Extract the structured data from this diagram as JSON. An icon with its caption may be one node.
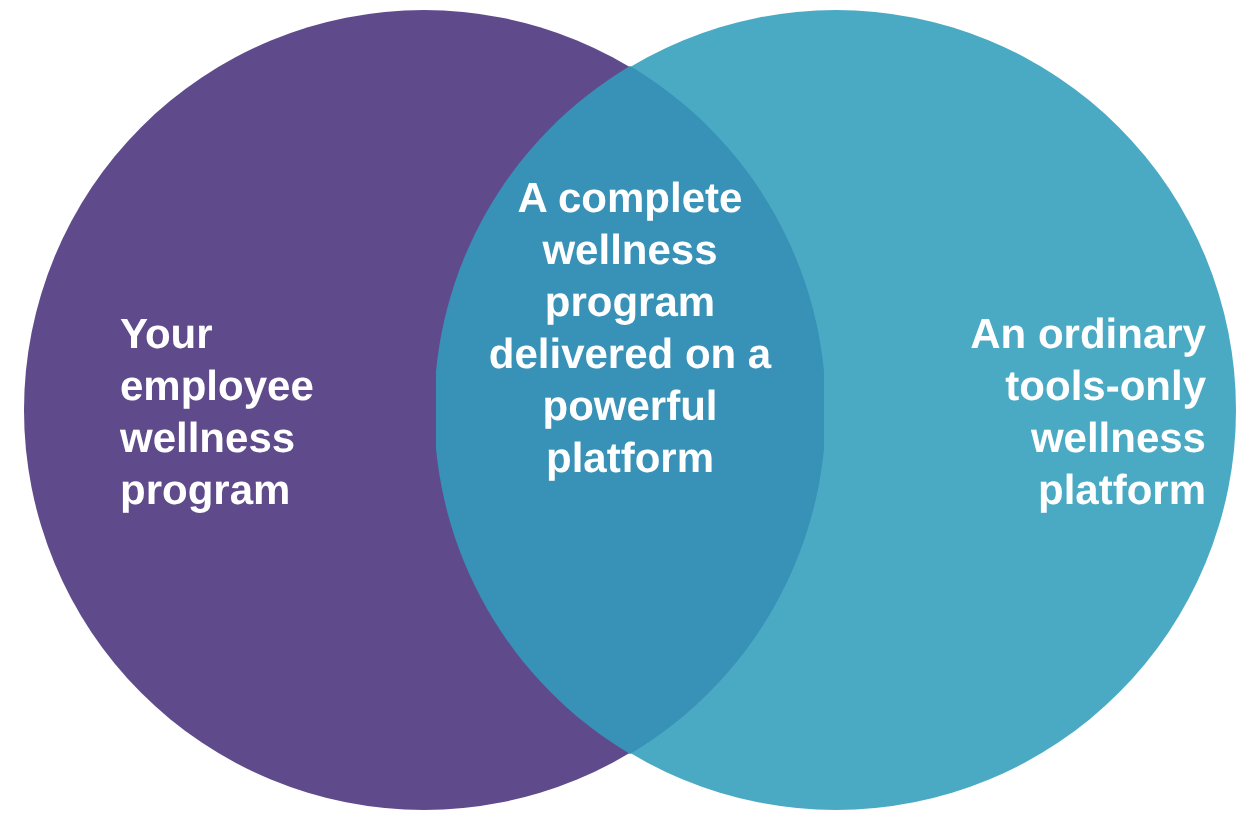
{
  "diagram": {
    "nodes": [
      {
        "text": [
          "Your employee wellness program"
        ]
      },
      {
        "text": [
          "An ordinary tools-only wellness platform"
        ]
      },
      {
        "text": [
          "A complete wellness program delivered on a powerful platform"
        ]
      }
    ]
  }
}
